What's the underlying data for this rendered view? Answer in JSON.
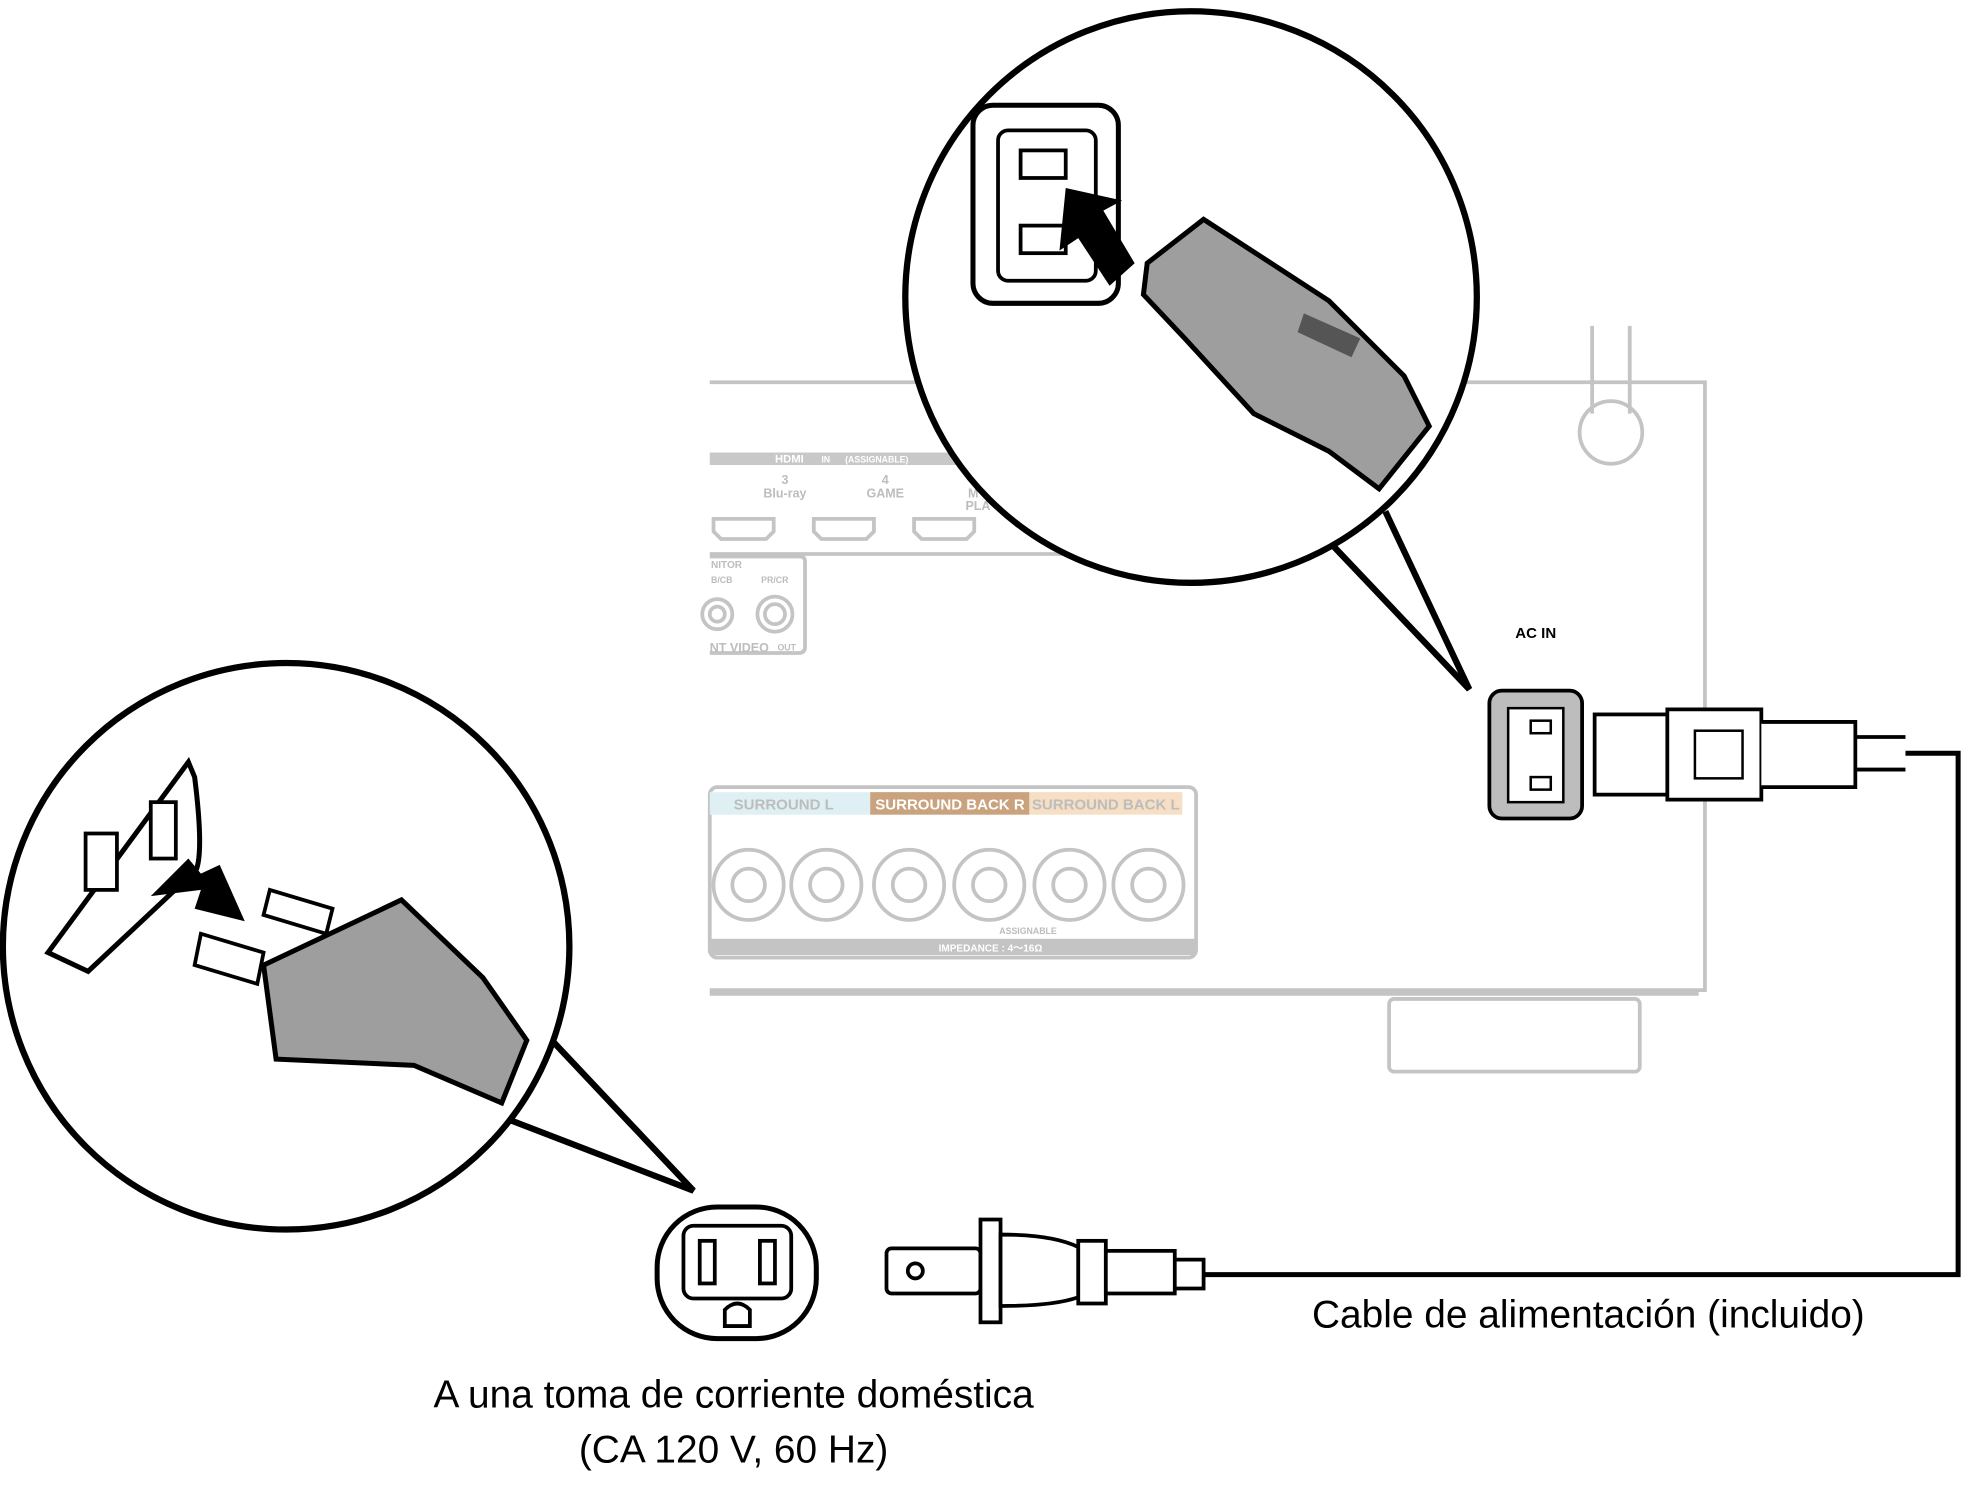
{
  "receiver": {
    "hdmi_label": "HDMI",
    "hdmi_in": "IN",
    "hdmi_assignable": "(ASSIGNABLE)",
    "hdmi_ports": [
      {
        "num": "3",
        "name": "Blu-ray"
      },
      {
        "num": "4",
        "name": "GAME"
      },
      {
        "num": "M",
        "name": "PLA"
      }
    ],
    "monitor_label": "NITOR",
    "pb_label": "B/CB",
    "pr_label": "PR/CR",
    "video_label": "NT VIDEO",
    "video_out": "OUT",
    "speaker_groups": [
      "SURROUND L",
      "SURROUND BACK R",
      "SURROUND BACK L"
    ],
    "assignable": "ASSIGNABLE",
    "impedance": "IMPEDANCE : 4～16Ω",
    "ac_in": "AC IN"
  },
  "captions": {
    "cable": "Cable de alimentación (incluido)",
    "outlet_line1": "A una toma de corriente doméstica",
    "outlet_line2": "(CA 120 V, 60 Hz)"
  },
  "colors": {
    "surround_bg": "#dff0f5",
    "surround_back_r": "#c9a27e",
    "surround_back_l": "#f6dfc4"
  }
}
